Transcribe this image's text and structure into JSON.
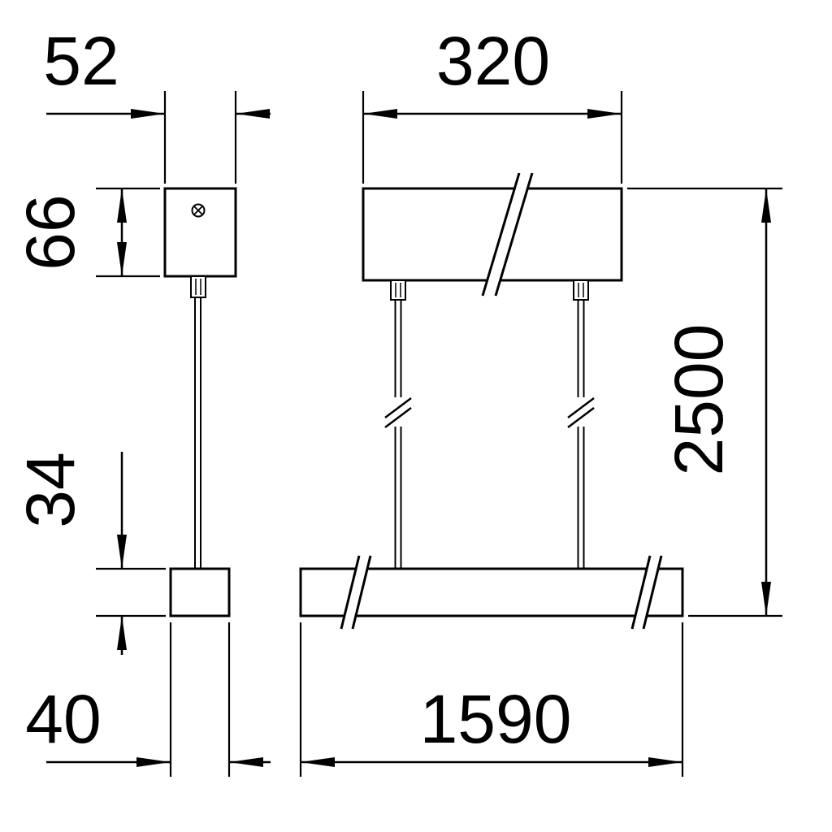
{
  "dims": {
    "canopy_width": "52",
    "canopy_height": "66",
    "canopy_length": "320",
    "body_height": "34",
    "body_depth": "40",
    "body_length": "1590",
    "suspension_height": "2500"
  },
  "colors": {
    "line": "#000000",
    "background": "#ffffff"
  }
}
